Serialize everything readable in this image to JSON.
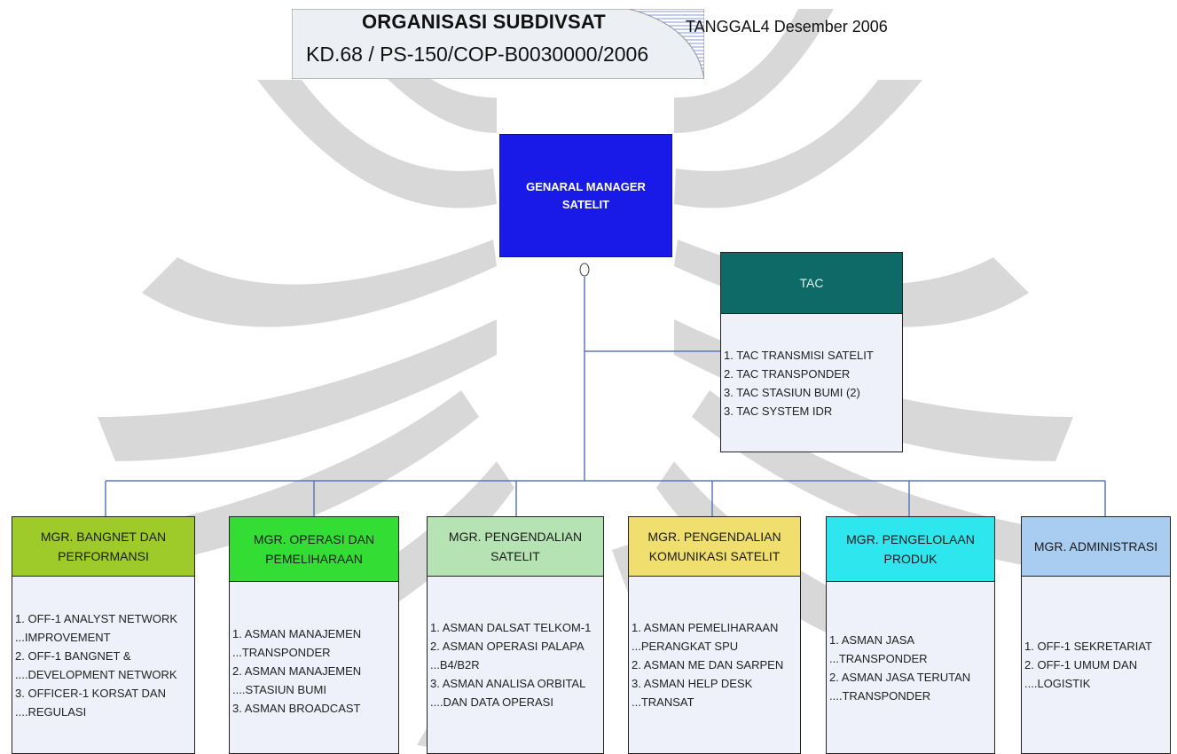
{
  "header": {
    "title": "ORGANISASI SUBDIVSAT",
    "ref": "KD.68 / PS-150/COP-B0030000/2006",
    "date": "TANGGAL4 Desember 2006"
  },
  "general_manager": {
    "line1": "GENARAL MANAGER",
    "line2": "SATELIT"
  },
  "tac": {
    "title": "TAC",
    "items": [
      "1. TAC TRANSMISI SATELIT",
      "2. TAC TRANSPONDER",
      "3. TAC STASIUN BUMI (2)",
      "3. TAC SYSTEM IDR"
    ]
  },
  "managers": [
    {
      "id": "bangnet",
      "title_lines": [
        "MGR. BANGNET DAN",
        "PERFORMANSI"
      ],
      "head_color": "#9ecb2a",
      "items": [
        "1. OFF-1 ANALYST NETWORK",
        "...IMPROVEMENT",
        "2. OFF-1 BANGNET &",
        "....DEVELOPMENT NETWORK",
        "3. OFFICER-1 KORSAT DAN",
        "....REGULASI"
      ]
    },
    {
      "id": "operasi",
      "title_lines": [
        "MGR. OPERASI DAN",
        "PEMELIHARAAN"
      ],
      "head_color": "#33dd33",
      "items": [
        "1. ASMAN MANAJEMEN",
        "...TRANSPONDER",
        "2. ASMAN MANAJEMEN",
        "....STASIUN BUMI",
        "3. ASMAN BROADCAST"
      ]
    },
    {
      "id": "pengendalian-satelit",
      "title_lines": [
        "MGR. PENGENDALIAN",
        "SATELIT"
      ],
      "head_color": "#b6e3b4",
      "items": [
        "1. ASMAN DALSAT TELKOM-1",
        "2. ASMAN OPERASI PALAPA",
        "...B4/B2R",
        "3. ASMAN ANALISA ORBITAL",
        "....DAN DATA OPERASI"
      ]
    },
    {
      "id": "pengendalian-komunikasi",
      "title_lines": [
        "MGR. PENGENDALIAN",
        "KOMUNIKASI SATELIT"
      ],
      "head_color": "#f0df6e",
      "items": [
        "1. ASMAN PEMELIHARAAN",
        "...PERANGKAT SPU",
        "2. ASMAN ME DAN SARPEN",
        "3. ASMAN HELP DESK",
        "...TRANSAT"
      ]
    },
    {
      "id": "pengelolaan-produk",
      "title_lines": [
        "MGR. PENGELOLAAN",
        "PRODUK"
      ],
      "head_color": "#2ee6ee",
      "items": [
        "1. ASMAN JASA",
        "...TRANSPONDER",
        "2. ASMAN JASA TERUTAN",
        "....TRANSPONDER"
      ]
    },
    {
      "id": "administrasi",
      "title_lines": [
        "MGR. ADMINISTRASI"
      ],
      "head_color": "#a8cdf0",
      "items": [
        "1. OFF-1 SEKRETARIAT",
        "2. OFF-1 UMUM DAN",
        "....LOGISTIK"
      ]
    }
  ]
}
